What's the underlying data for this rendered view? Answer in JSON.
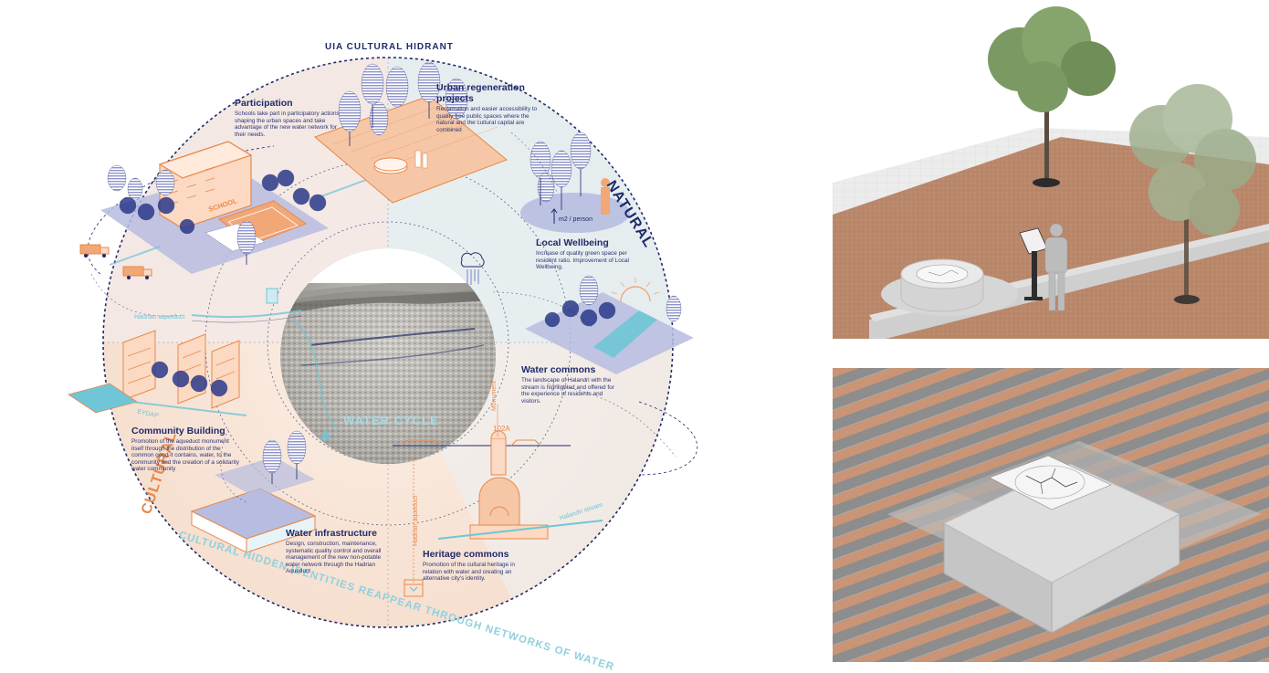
{
  "ring": {
    "top_title": "UIA CULTURAL HIDRANT",
    "natural": "NATURAL",
    "cultural": "CULTURAL",
    "bottom_arc": "CULTURAL HIDDEN IDENTITIES REAPPEAR THROUGH NETWORKS OF WATER",
    "center": "WATER CYCLE"
  },
  "blocks": {
    "participation": {
      "title": "Participation",
      "text": "Schools take part in participatory actions shaping the urban spaces and take advantage of the new water network for their needs."
    },
    "urban_regeneration": {
      "title": "Urban regeneration projects",
      "text": "Reclamation and easier accessibility to quality free public spaces where the natural and the cultural capital are combined"
    },
    "local_wellbeing": {
      "title": "Local Wellbeing",
      "text": "Increase of quality green space per resident ratio. Improvement of Local Wellbeing."
    },
    "water_commons": {
      "title": "Water commons",
      "text": "The landscape of Halandri with the stream is highlighted and offered for the experience of residents and visitors."
    },
    "community_building": {
      "title": "Community Building",
      "text": "Promotion of the aqueduct monument itself through the distribution of the common good it contains, water, to the community and the creation of a solidarity water community"
    },
    "water_infrastructure": {
      "title": "Water infrastructure",
      "text": "Design, construction, maintenance, systematic quality control and overall management of the new non-potable water network through the Hadrian Aqueduct"
    },
    "heritage_commons": {
      "title": "Heritage commons",
      "text": "Promotion of the cultural heritage in relation with water and creating an alternative city's identity."
    }
  },
  "tags": {
    "school": "SCHOOL",
    "hadrian_aqueduct": "Hadrian aqueduct",
    "eydap": "EYDAP",
    "m2_person": "m2 / person",
    "monument": "Monument",
    "code": "102A",
    "hadrian_aqueduct_vertical": "Hadrian aqueduct",
    "halandri_stream": "Halandri stream"
  },
  "colors": {
    "navy": "#1f2a6b",
    "orange": "#e8894a",
    "cyan": "#6fc6d6",
    "lavender": "#8e93c9",
    "peach": "#f7d9c4",
    "soil": "#b9876a"
  }
}
